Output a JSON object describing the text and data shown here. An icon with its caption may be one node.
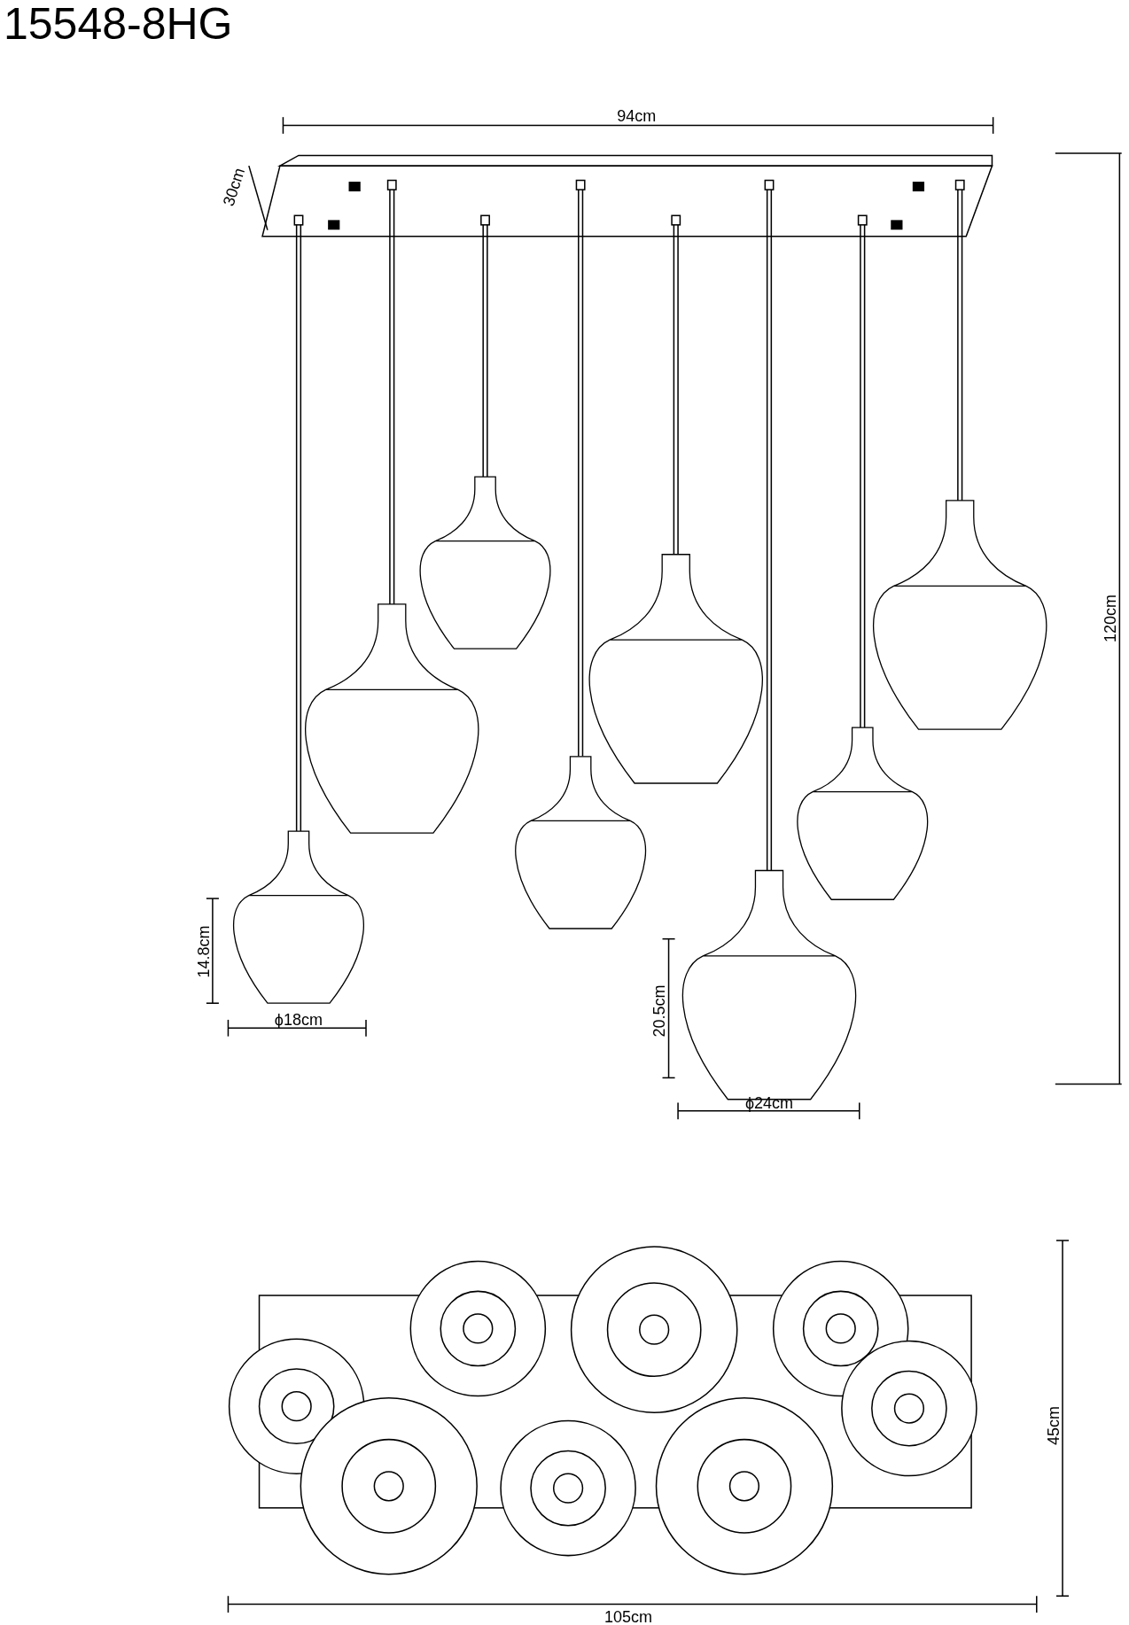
{
  "diagram": {
    "title": "15548-8HG",
    "labels": [
      "94cm",
      "30cm",
      "120cm",
      "14.8cm",
      "ϕ18cm",
      "20.5cm",
      "ϕ24cm",
      "45cm",
      "105cm"
    ]
  }
}
